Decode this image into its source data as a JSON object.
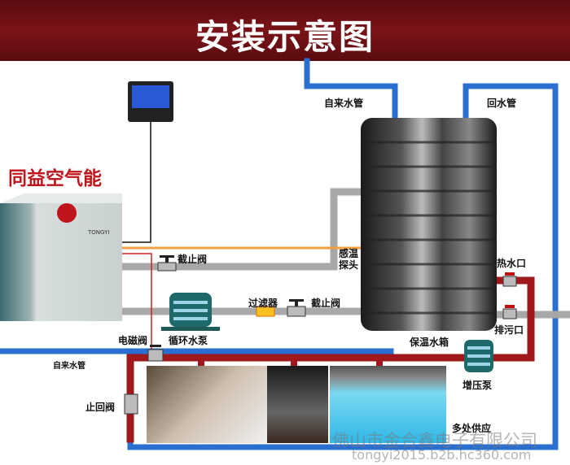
{
  "title": "安装示意图",
  "brand": "同益空气能",
  "unit_logo": "TONGYI",
  "labels": {
    "tap_water_top": "自来水管",
    "return_pipe": "回水管",
    "stop_valve_1": "截止阀",
    "temp_probe": "感温\n探头",
    "filter": "过滤器",
    "stop_valve_2": "截止阀",
    "circ_pump": "循环水泵",
    "solenoid_valve": "电磁阀",
    "tap_water_left": "自来水管",
    "tank": "保温水箱",
    "hot_outlet": "热水口",
    "drain": "排污口",
    "booster_pump": "增压泵",
    "check_valve": "止回阀",
    "multi_supply": "多处供应"
  },
  "watermark": {
    "company": "佛山市金合鑫电子有限公司",
    "url": "tongyi2015.b2b.hc360.com"
  },
  "colors": {
    "header": "#7a1318",
    "blue_pipe": "#2a6fd0",
    "red_pipe": "#a0181c",
    "gray_pipe": "#a8a8a8",
    "probe": "#f0a040"
  }
}
